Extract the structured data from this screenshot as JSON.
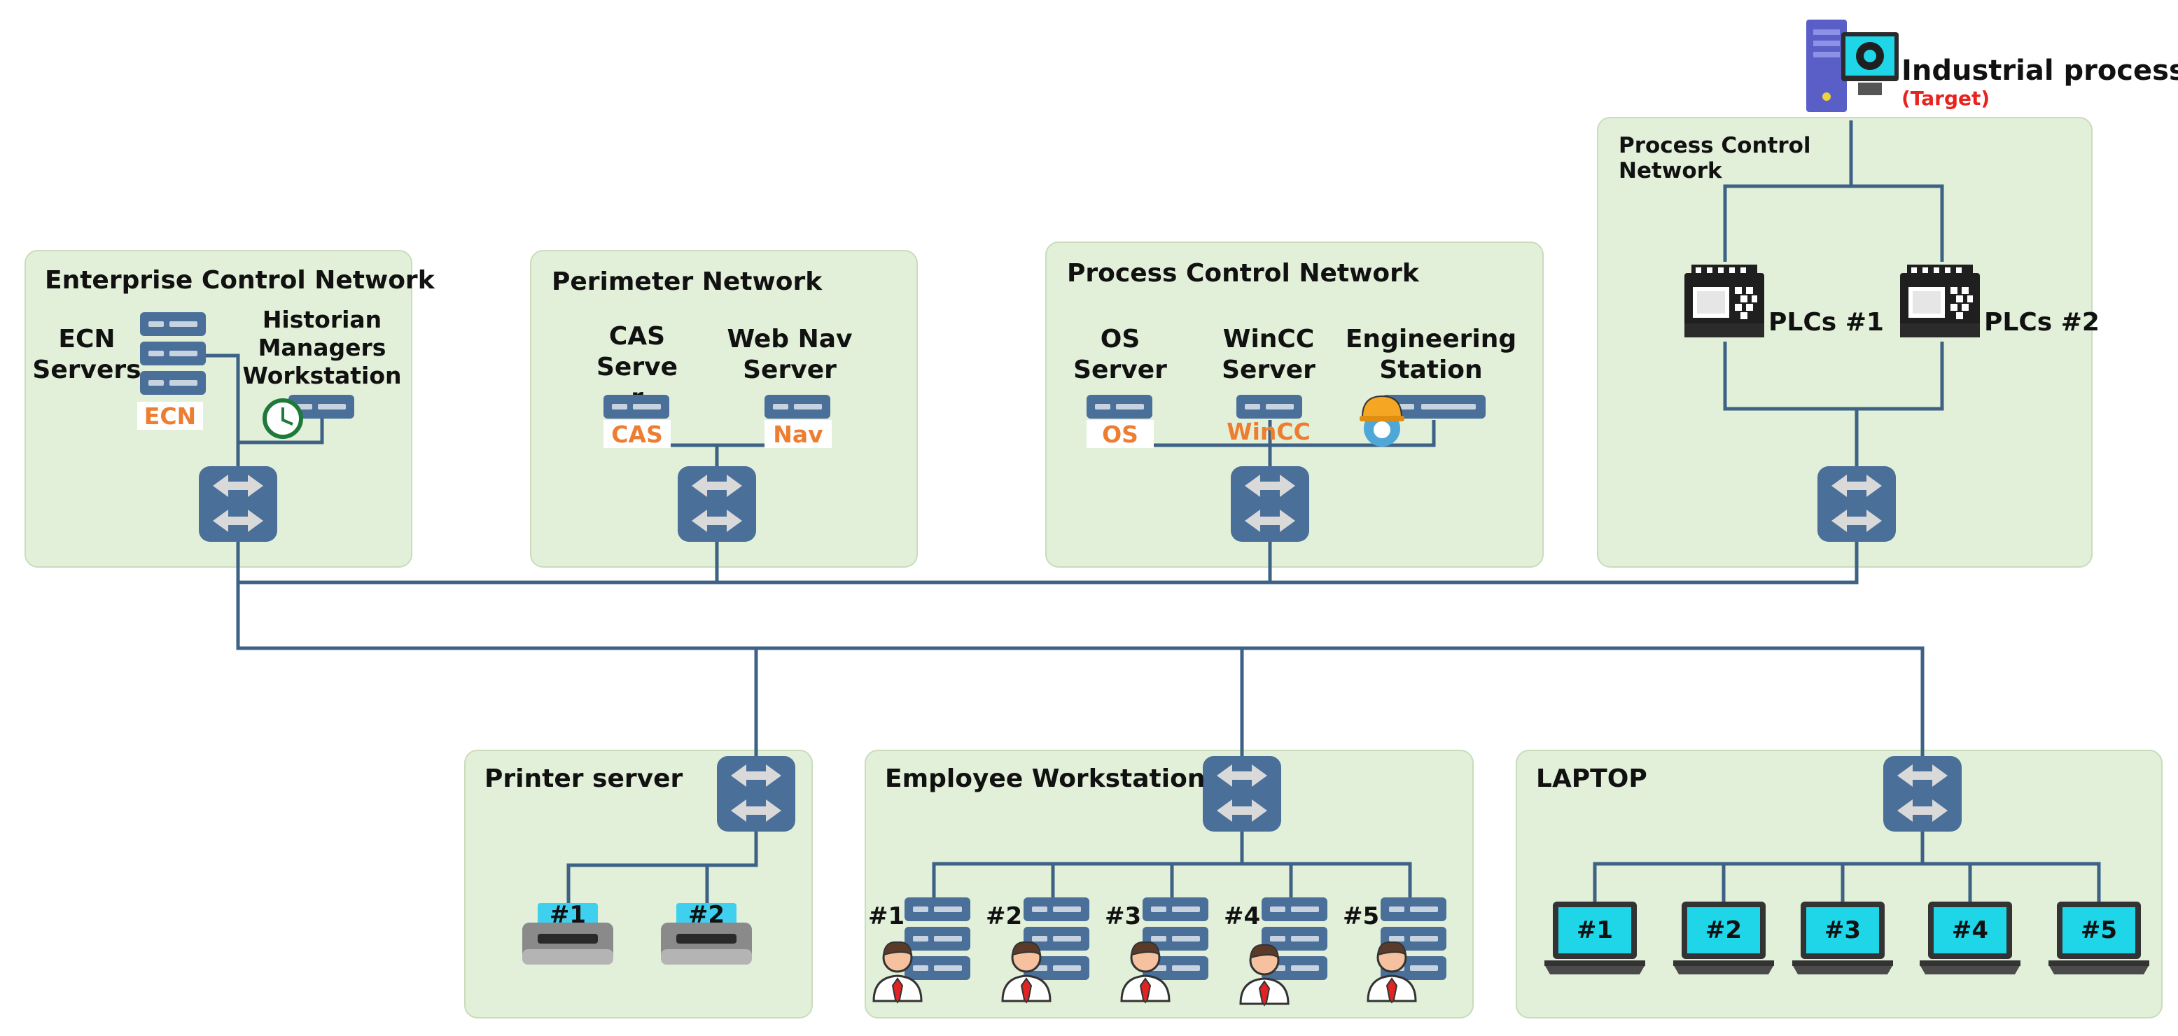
{
  "target": {
    "title": "Industrial process",
    "subtitle": "(Target)"
  },
  "zones": {
    "ecn": {
      "title": "Enterprise Control Network",
      "servers_label_1": "ECN",
      "servers_label_2": "Servers",
      "server_tag": "ECN",
      "historian_1": "Historian",
      "historian_2": "Managers",
      "historian_3": "Workstation"
    },
    "perimeter": {
      "title": "Perimeter Network",
      "cas_1": "CAS",
      "cas_2": "Serve",
      "cas_3": "r",
      "cas_tag": "CAS",
      "nav_1": "Web Nav",
      "nav_2": "Server",
      "nav_tag": "Nav"
    },
    "pcn": {
      "title": "Process Control Network",
      "os_1": "OS",
      "os_2": "Server",
      "os_tag": "OS",
      "wincc_1": "WinCC",
      "wincc_2": "Server",
      "wincc_tag": "WinCC",
      "eng_1": "Engineering",
      "eng_2": "Station"
    },
    "pcn2": {
      "title_1": "Process Control",
      "title_2": "Network",
      "plc1": "PLCs #1",
      "plc2": "PLCs #2"
    },
    "printer": {
      "title": "Printer server",
      "items": [
        "#1",
        "#2"
      ]
    },
    "employee": {
      "title": "Employee Workstation",
      "items": [
        "#1",
        "#2",
        "#3",
        "#4",
        "#5"
      ]
    },
    "laptop": {
      "title": "LAPTOP",
      "items": [
        "#1",
        "#2",
        "#3",
        "#4",
        "#5"
      ]
    }
  },
  "colors": {
    "zone_fill": "#e2f0d9",
    "device": "#4a6f99",
    "wire": "#3d6285",
    "orange_tag": "#ed7d31",
    "target_red": "#e8221c",
    "screen_cyan": "#1fd5e8"
  },
  "icons": [
    "switch-icon",
    "server-icon",
    "historian-clock-icon",
    "engineer-helmet-icon",
    "plc-icon",
    "printer-icon",
    "employee-icon",
    "laptop-icon",
    "industrial-computer-icon"
  ]
}
